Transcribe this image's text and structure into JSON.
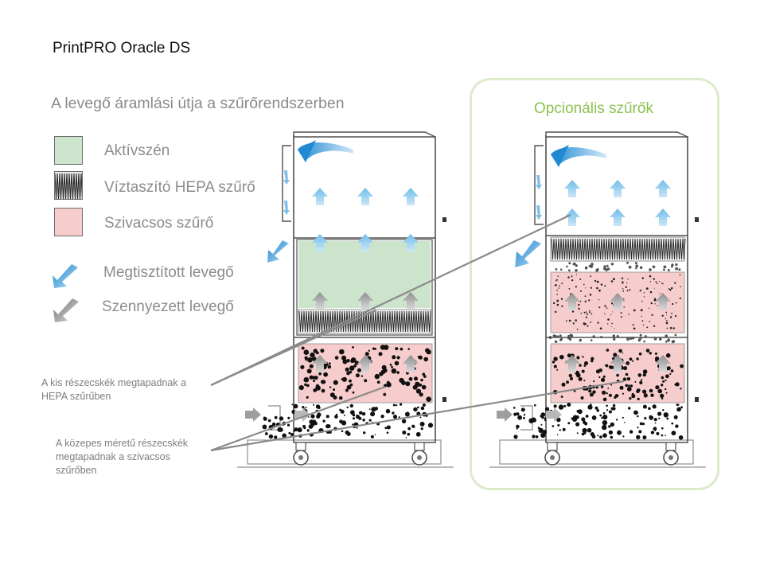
{
  "title": "PrintPRO Oracle DS",
  "subtitle": "A levegő áramlási útja a szűrőrendszerben",
  "legend": {
    "activated_carbon": "Aktívszén",
    "hepa_filter": "Víztaszító HEPA szűrő",
    "sponge_filter": "Szivacsos szűrő",
    "clean_air": "Megtisztított levegő",
    "dirty_air": "Szennyezett levegő"
  },
  "callouts": {
    "small_particles": [
      "A kis részecskék megtapadnak a",
      "HEPA szűrűben"
    ],
    "medium_particles": [
      "A közepes méretű  részecskék",
      "megtapadnak a szivacsos",
      "szűrőben"
    ]
  },
  "optional_filters": "Opcionális szűrők",
  "colors": {
    "carbon_fill": "#cce3cc",
    "sponge_fill": "#f7cccc",
    "clean_arrow": "#5aaee0",
    "dirty_arrow": "#9a9a9a",
    "optional_accent": "#8cc152",
    "optional_frame": "#dcebc8"
  }
}
